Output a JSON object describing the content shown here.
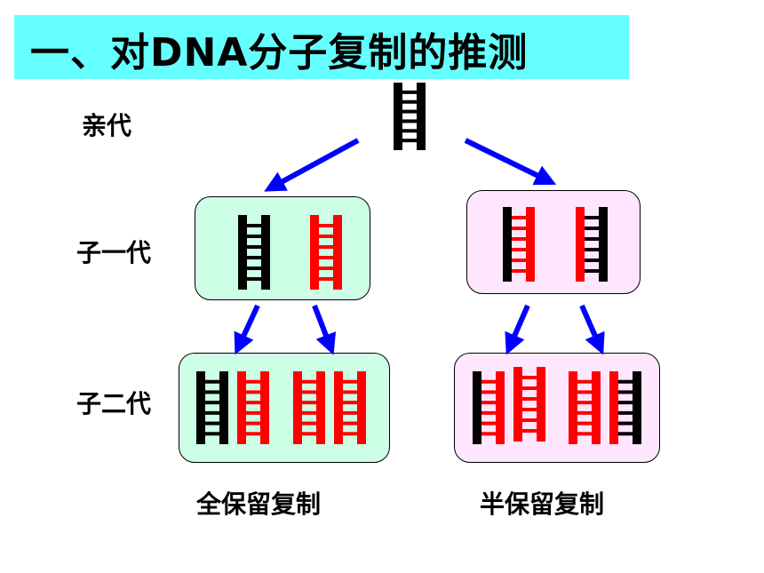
{
  "title": "一、对DNA分子复制的推测",
  "generations": {
    "parent": "亲代",
    "first": "子一代",
    "second": "子二代"
  },
  "modes": {
    "conservative": "全保留复制",
    "semiconservative": "半保留复制"
  },
  "colors": {
    "title_bg": "#66ffff",
    "old_strand": "#000000",
    "new_strand": "#ff0000",
    "arrow": "#0000ff",
    "conservative_box": "#ccffe6",
    "semiconservative_box": "#ffe6ff"
  }
}
